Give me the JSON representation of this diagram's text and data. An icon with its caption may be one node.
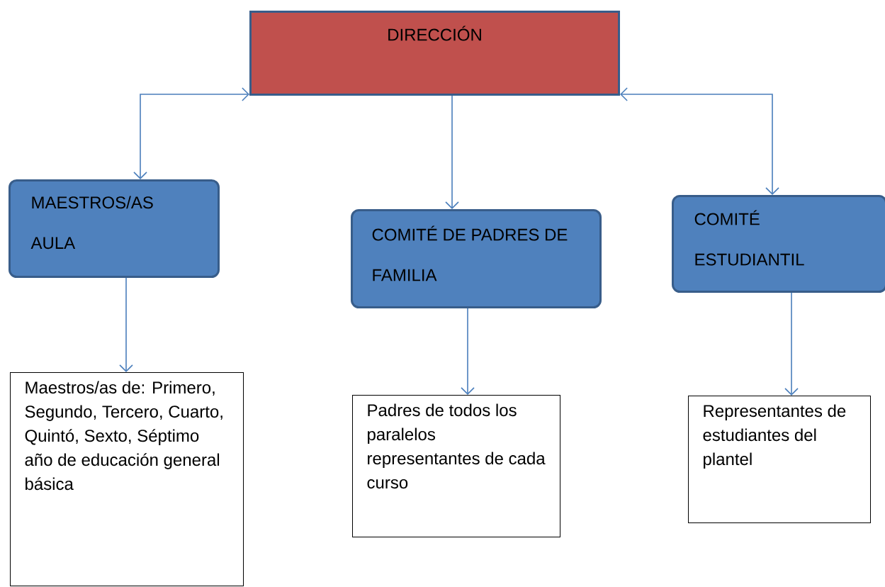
{
  "diagram": {
    "nodes": [
      {
        "text": [
          "DIRECCIÓN"
        ]
      },
      {
        "text": [
          "MAESTROS/AS AULA"
        ]
      },
      {
        "text": [
          "COMITÉ DE PADRES DE FAMILIA"
        ]
      },
      {
        "text": [
          "COMITÉ ESTUDIANTIL"
        ]
      },
      {
        "text": [
          "Maestros/as de: Primero, Segundo, Tercero, Cuarto, Quintó, Sexto, Séptimo año de educación general básica"
        ]
      },
      {
        "text": [
          "Padres de todos los paralelos representantes de cada curso"
        ]
      },
      {
        "text": [
          "Representantes de estudiantes del plantel"
        ]
      }
    ],
    "edges": [
      {
        "from": 0,
        "to": 1,
        "arrow": "both"
      },
      {
        "from": 0,
        "to": 2,
        "arrow": "to"
      },
      {
        "from": 0,
        "to": 3,
        "arrow": "both"
      },
      {
        "from": 1,
        "to": 4,
        "arrow": "to"
      },
      {
        "from": 2,
        "to": 5,
        "arrow": "to"
      },
      {
        "from": 3,
        "to": 6,
        "arrow": "to"
      }
    ]
  }
}
